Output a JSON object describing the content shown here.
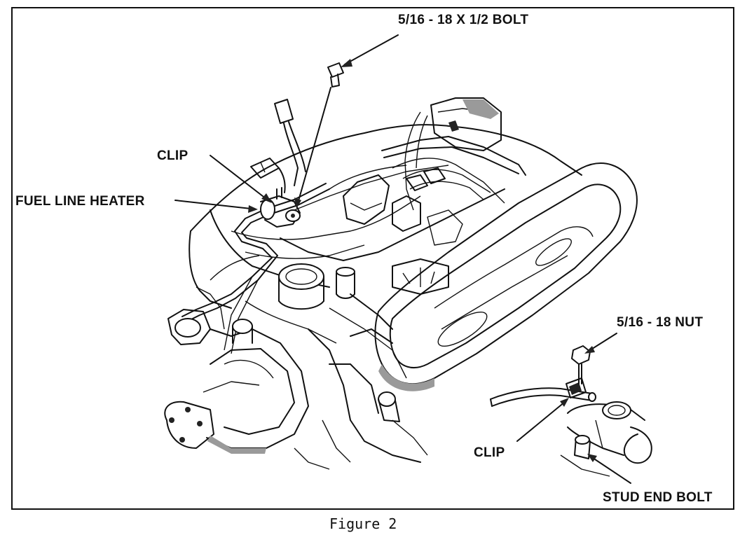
{
  "figure": {
    "caption": "Figure 2"
  },
  "callouts": {
    "bolt": "5/16 - 18 X 1/2 BOLT",
    "clip_top": "CLIP",
    "fuel_line_heater": "FUEL LINE HEATER",
    "nut": "5/16 - 18 NUT",
    "clip_bottom": "CLIP",
    "stud_end_bolt": "STUD END BOLT"
  }
}
